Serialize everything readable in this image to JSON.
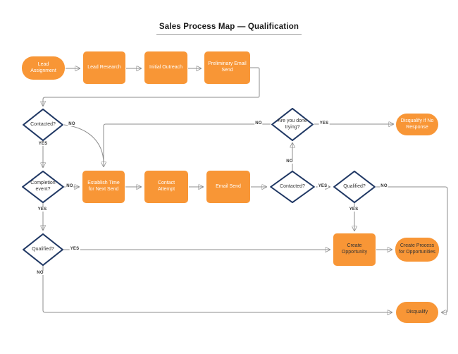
{
  "title": "Sales Process Map — Qualification",
  "colors": {
    "shape_fill": "#F89636",
    "diamond_border": "#203864",
    "connector": "#8c8c8c",
    "arrowhead": "#333333"
  },
  "nodes": {
    "lead_assignment": "Lead Assignment",
    "lead_research": "Lead Research",
    "initial_outreach": "Initial Outreach",
    "preliminary_email_send": "Preliminary Email Send",
    "contacted_1": "Contacted?",
    "are_you_done_trying": "Are you done trying?",
    "disqualify_if_no_response": "Disqualify if No Response",
    "completion_event": "Completion event?",
    "establish_time": "Establish Time for Next Send",
    "contact_attempt": "Contact Attempt",
    "email_send": "Email Send",
    "contacted_2": "Contacted?",
    "qualified_right": "Qualified?",
    "qualified_left": "Qualified?",
    "create_opportunity": "Create Opportunity",
    "create_process": "Create Process for Opportunities",
    "disqualify": "Disqualify"
  },
  "edges": {
    "contacted1_no": "NO",
    "contacted1_yes": "YES",
    "done_trying_no": "NO",
    "done_trying_yes": "YES",
    "completion_no": "NO",
    "completion_yes": "YES",
    "contacted2_no": "NO",
    "contacted2_yes": "YES",
    "qualified_right_no": "NO",
    "qualified_right_yes": "YES",
    "qualified_left_yes": "YES",
    "qualified_left_no": "NO"
  }
}
